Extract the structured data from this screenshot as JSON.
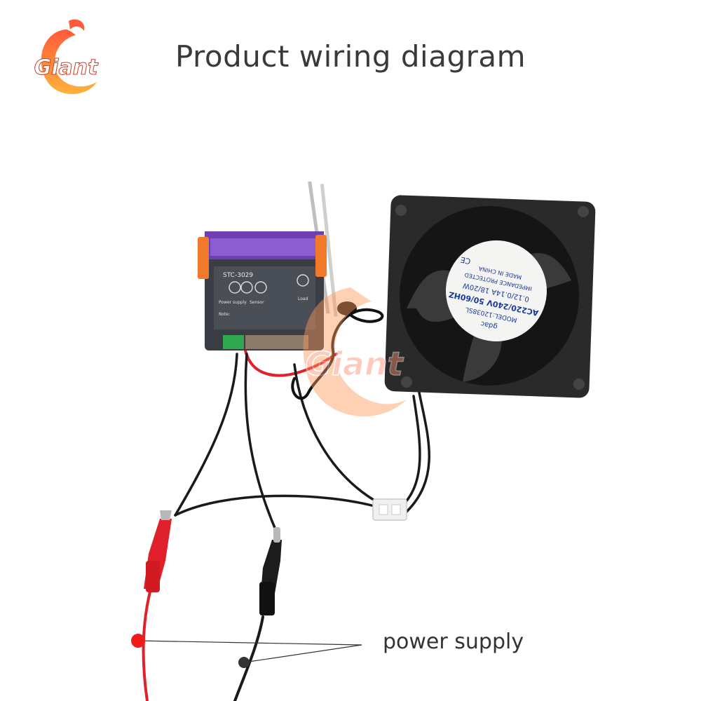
{
  "title": "Product wiring diagram",
  "logo": {
    "text": "Giant"
  },
  "controller": {
    "model": "STC-3029",
    "labels": {
      "power": "Power supply",
      "sensor": "Sensor",
      "load": "Load"
    },
    "note": "Note:"
  },
  "fan": {
    "brand": "gdac",
    "model": "MODEL:12038SL",
    "rating": "AC220/240V 50/60HZ",
    "current": "0.12/0.14A 18/20W",
    "protection": "IMPEDANCE PROTECTED",
    "origin": "MADE IN CHINA",
    "ce": "CE"
  },
  "callout": {
    "label": "power supply"
  },
  "colors": {
    "red_wire": "#e0202a",
    "black_wire": "#1a1a1a",
    "controller_top": "#8a4fc8",
    "clip_orange": "#f07a2a",
    "fan_body": "#2a2a2a"
  }
}
